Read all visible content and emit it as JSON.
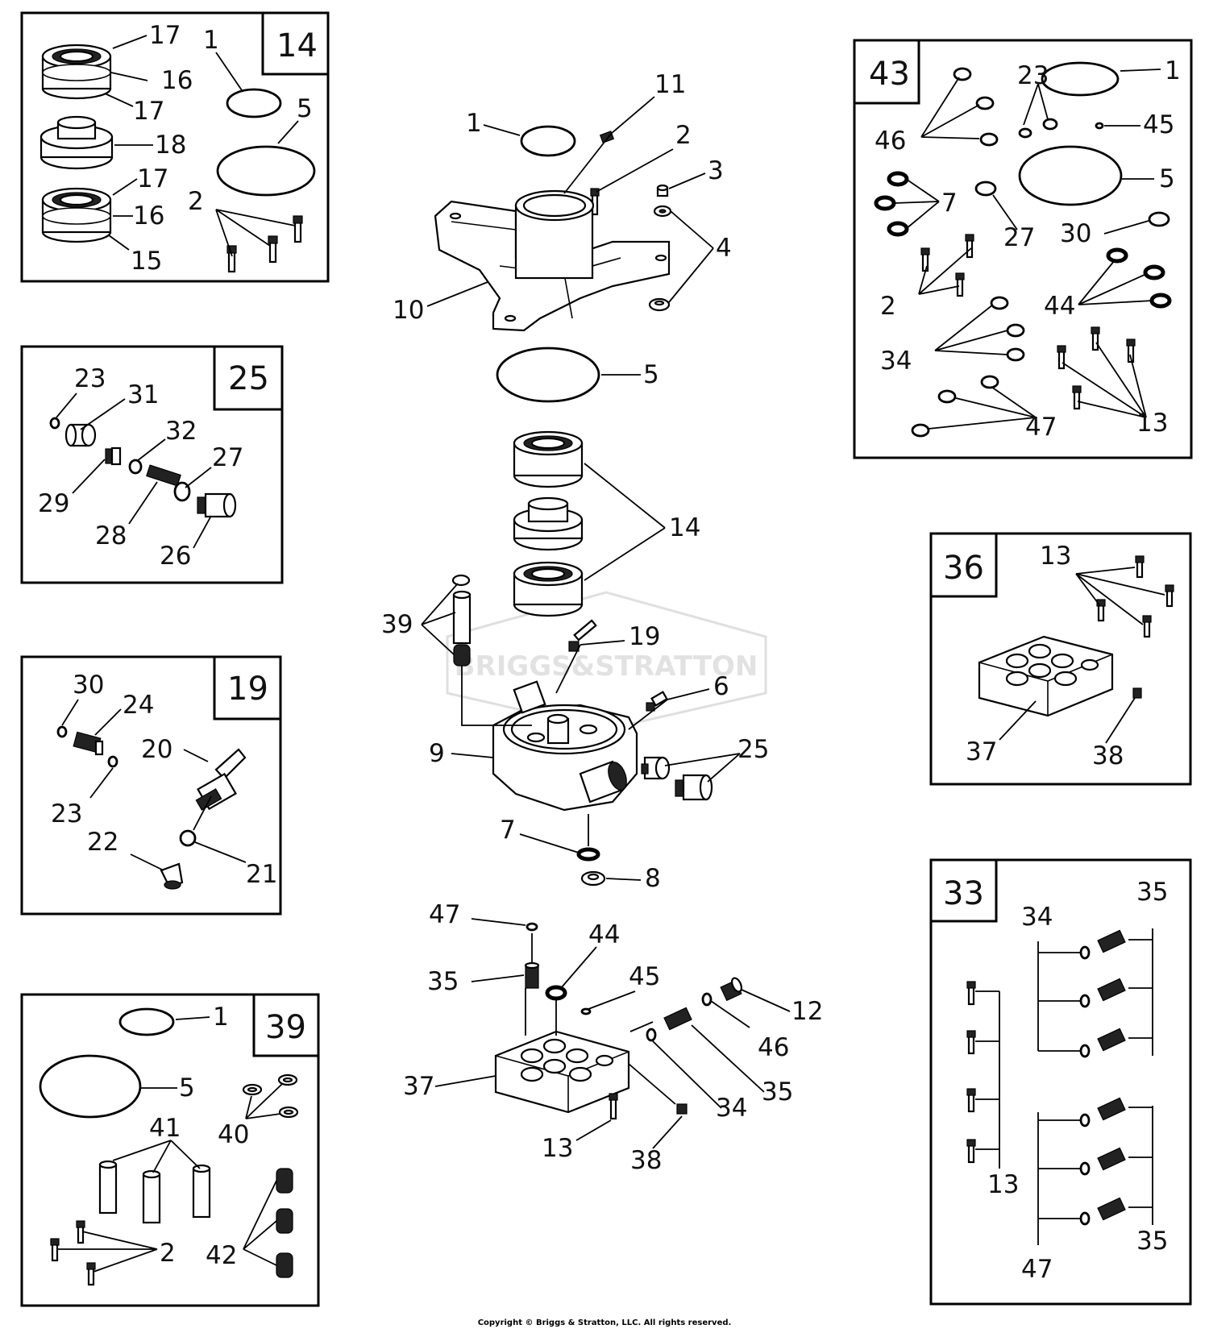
{
  "watermark": "BRIGGS&STRATTON",
  "copyright": "Copyright © Briggs & Stratton, LLC. All rights reserved.",
  "kits": [
    {
      "id": "14",
      "labels": [
        "17",
        "16",
        "17",
        "18",
        "17",
        "16",
        "15",
        "1",
        "5",
        "2"
      ]
    },
    {
      "id": "25",
      "labels": [
        "23",
        "31",
        "32",
        "27",
        "29",
        "28",
        "26"
      ]
    },
    {
      "id": "19",
      "labels": [
        "30",
        "24",
        "20",
        "23",
        "22",
        "21"
      ]
    },
    {
      "id": "39",
      "labels": [
        "1",
        "5",
        "41",
        "40",
        "2",
        "42"
      ]
    },
    {
      "id": "43",
      "labels": [
        "23",
        "1",
        "46",
        "45",
        "5",
        "7",
        "27",
        "30",
        "2",
        "44",
        "34",
        "13",
        "47"
      ]
    },
    {
      "id": "36",
      "labels": [
        "13",
        "37",
        "38"
      ]
    },
    {
      "id": "33",
      "labels": [
        "35",
        "34",
        "13",
        "35",
        "47"
      ]
    }
  ],
  "main_labels": [
    "11",
    "1",
    "2",
    "3",
    "4",
    "10",
    "5",
    "14",
    "39",
    "19",
    "6",
    "9",
    "25",
    "7",
    "8",
    "47",
    "44",
    "45",
    "35",
    "12",
    "46",
    "37",
    "34",
    "35",
    "13",
    "38"
  ]
}
